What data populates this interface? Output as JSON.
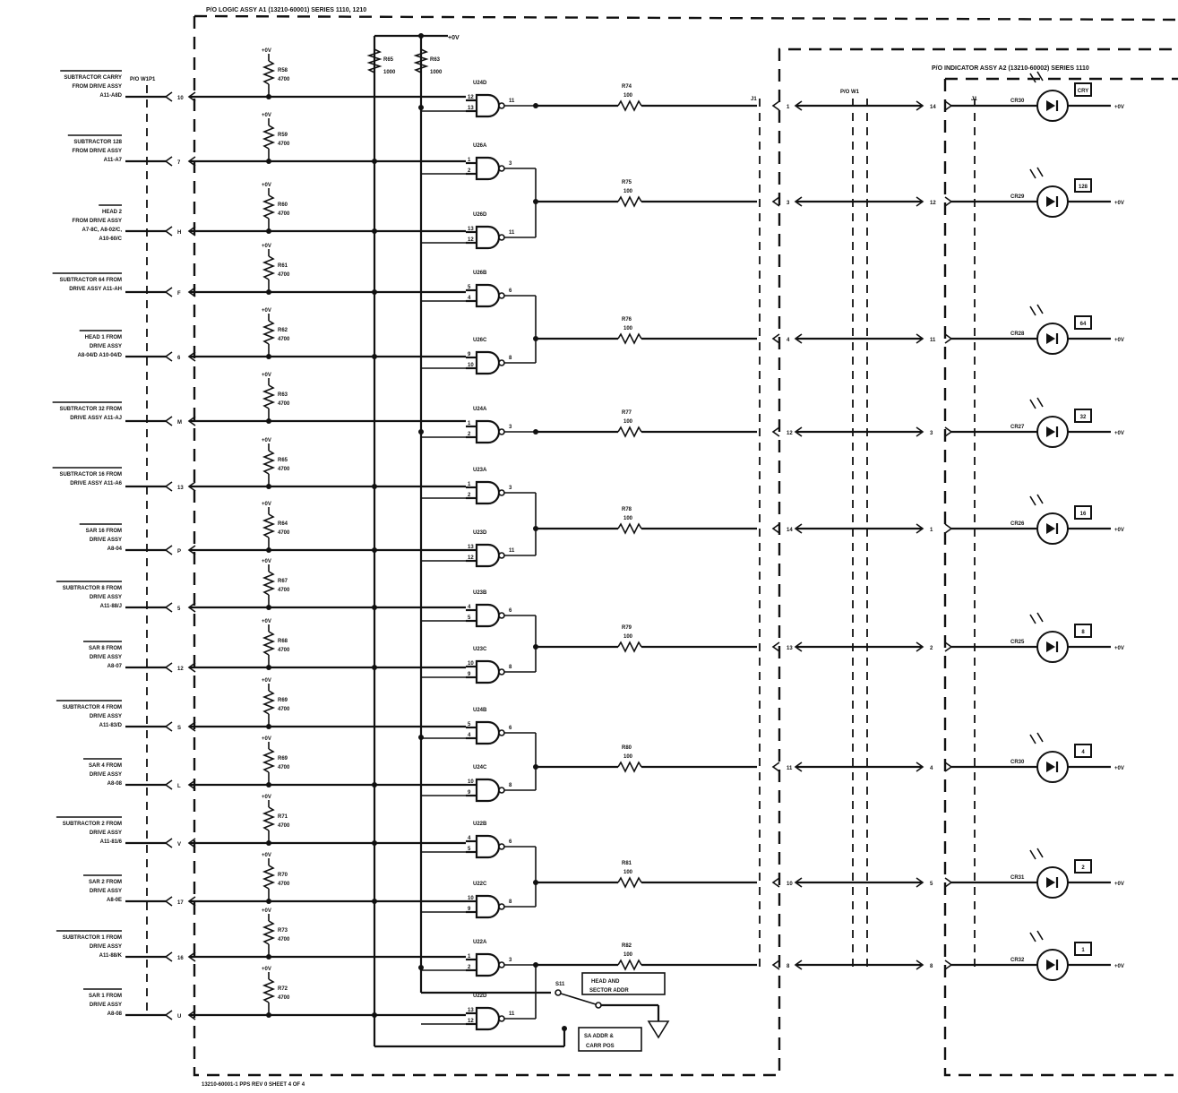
{
  "header": {
    "logic_assy": "P/O LOGIC ASSY A1 (13210-60001) SERIES 1110, 1210",
    "indicator_assy": "P/O INDICATOR ASSY A2 (13210-60002) SERIES 1110"
  },
  "footer": {
    "text": "13210-60001-1 PPS REV 0 SHEET 4 OF 4"
  },
  "labels": {
    "left_connector": "P/O W1P1",
    "mid_cable": "P/O W1",
    "j1_logic": "J1",
    "j1_indicator": "J1",
    "plus_0v": "+0V",
    "top_rail": "+0V",
    "switch": "S11",
    "switch_pos_a_1": "HEAD AND",
    "switch_pos_a_2": "SECTOR ADDR",
    "switch_pos_b_1": "SA ADDR &",
    "switch_pos_b_2": "CARR POS",
    "r_top_a": "R65",
    "r_top_a_val": "1000",
    "r_top_b": "R63",
    "r_top_b_val": "1000",
    "led_val": "100"
  },
  "inputs": [
    {
      "l1": "SUBTRACTOR CARRY",
      "l2": "FROM DRIVE ASSY",
      "l3": "A11-A8D",
      "pin": "10",
      "res": "R58",
      "val": "4700"
    },
    {
      "l1": "SUBTRACTOR 128",
      "l2": "FROM DRIVE ASSY",
      "l3": "A11-A7",
      "pin": "7",
      "res": "R59",
      "val": "4700"
    },
    {
      "l1": "HEAD 2",
      "l2": "FROM DRIVE ASSY",
      "l3": "A7-8C, A8-02/C,",
      "l4": "A10-60/C",
      "pin": "H",
      "res": "R60",
      "val": "4700"
    },
    {
      "l1": "SUBTRACTOR 64 FROM",
      "l2": "DRIVE ASSY A11-AH",
      "pin": "F",
      "res": "R61",
      "val": "4700"
    },
    {
      "l1": "HEAD 1 FROM",
      "l2": "DRIVE ASSY",
      "l3": "A8-04/D A10-04/D",
      "pin": "6",
      "res": "R62",
      "val": "4700"
    },
    {
      "l1": "SUBTRACTOR 32 FROM",
      "l2": "DRIVE ASSY A11-AJ",
      "pin": "M",
      "res": "R63",
      "val": "4700"
    },
    {
      "l1": "SUBTRACTOR 16 FROM",
      "l2": "DRIVE ASSY A11-A6",
      "pin": "13",
      "res": "R65",
      "val": "4700"
    },
    {
      "l1": "SAR 16 FROM",
      "l2": "DRIVE ASSY",
      "l3": "A8-04",
      "pin": "P",
      "res": "R64",
      "val": "4700"
    },
    {
      "l1": "SUBTRACTOR 8 FROM",
      "l2": "DRIVE ASSY",
      "l3": "A11-88/J",
      "pin": "5",
      "res": "R67",
      "val": "4700"
    },
    {
      "l1": "SAR 8 FROM",
      "l2": "DRIVE ASSY",
      "l3": "A8-07",
      "pin": "12",
      "res": "R68",
      "val": "4700"
    },
    {
      "l1": "SUBTRACTOR 4 FROM",
      "l2": "DRIVE ASSY",
      "l3": "A11-83/D",
      "pin": "S",
      "res": "R69",
      "val": "4700"
    },
    {
      "l1": "SAR 4 FROM",
      "l2": "DRIVE ASSY",
      "l3": "A8-08",
      "pin": "L",
      "res": "R69",
      "val": "4700"
    },
    {
      "l1": "SUBTRACTOR 2 FROM",
      "l2": "DRIVE ASSY",
      "l3": "A11-81/6",
      "pin": "V",
      "res": "R71",
      "val": "4700"
    },
    {
      "l1": "SAR 2 FROM",
      "l2": "DRIVE ASSY",
      "l3": "A8-0E",
      "pin": "17",
      "res": "R70",
      "val": "4700"
    },
    {
      "l1": "SUBTRACTOR 1 FROM",
      "l2": "DRIVE ASSY",
      "l3": "A11-88/K",
      "pin": "16",
      "res": "R73",
      "val": "4700"
    },
    {
      "l1": "SAR 1 FROM",
      "l2": "DRIVE ASSY",
      "l3": "A8-08",
      "pin": "U",
      "res": "R72",
      "val": "4700"
    }
  ],
  "gates": [
    {
      "name": "U24D",
      "pins": [
        "12",
        "13",
        "11"
      ]
    },
    {
      "name": "U26A",
      "pins": [
        "1",
        "2",
        "3"
      ]
    },
    {
      "name": "U26D",
      "pins": [
        "13",
        "12",
        "11"
      ]
    },
    {
      "name": "U26B",
      "pins": [
        "5",
        "4",
        "6"
      ]
    },
    {
      "name": "U26C",
      "pins": [
        "9",
        "10",
        "8"
      ]
    },
    {
      "name": "U24A",
      "pins": [
        "1",
        "2",
        "3"
      ]
    },
    {
      "name": "U23A",
      "pins": [
        "1",
        "2",
        "3"
      ]
    },
    {
      "name": "U23D",
      "pins": [
        "13",
        "12",
        "11"
      ]
    },
    {
      "name": "U23B",
      "pins": [
        "4",
        "5",
        "6"
      ]
    },
    {
      "name": "U23C",
      "pins": [
        "10",
        "9",
        "8"
      ]
    },
    {
      "name": "U24B",
      "pins": [
        "5",
        "4",
        "6"
      ]
    },
    {
      "name": "U24C",
      "pins": [
        "10",
        "9",
        "8"
      ]
    },
    {
      "name": "U22B",
      "pins": [
        "4",
        "5",
        "6"
      ]
    },
    {
      "name": "U22C",
      "pins": [
        "10",
        "9",
        "8"
      ]
    },
    {
      "name": "U22A",
      "pins": [
        "1",
        "2",
        "3"
      ]
    },
    {
      "name": "U22D",
      "pins": [
        "13",
        "12",
        "11"
      ]
    }
  ],
  "outputs": [
    {
      "res": "R74",
      "val": "100",
      "j1pin": "1",
      "w1pin": "14",
      "cr": "CR30",
      "ind": "CRY"
    },
    {
      "res": "R75",
      "val": "100",
      "j1pin": "3",
      "w1pin": "12",
      "cr": "CR29",
      "ind": "128"
    },
    {
      "res": "R76",
      "val": "100",
      "j1pin": "4",
      "w1pin": "11",
      "cr": "CR28",
      "ind": "64"
    },
    {
      "res": "R77",
      "val": "100",
      "j1pin": "12",
      "w1pin": "3",
      "cr": "CR27",
      "ind": "32"
    },
    {
      "res": "R78",
      "val": "100",
      "j1pin": "14",
      "w1pin": "1",
      "cr": "CR26",
      "ind": "16"
    },
    {
      "res": "R79",
      "val": "100",
      "j1pin": "13",
      "w1pin": "2",
      "cr": "CR25",
      "ind": "8"
    },
    {
      "res": "R80",
      "val": "100",
      "j1pin": "11",
      "w1pin": "4",
      "cr": "CR30",
      "ind": "4"
    },
    {
      "res": "R81",
      "val": "100",
      "j1pin": "10",
      "w1pin": "5",
      "cr": "CR31",
      "ind": "2"
    },
    {
      "res": "R82",
      "val": "100",
      "j1pin": "8",
      "w1pin": "8",
      "cr": "CR32",
      "ind": "1"
    }
  ],
  "colors": {
    "ink": "#111111",
    "paper": "#ffffff"
  }
}
